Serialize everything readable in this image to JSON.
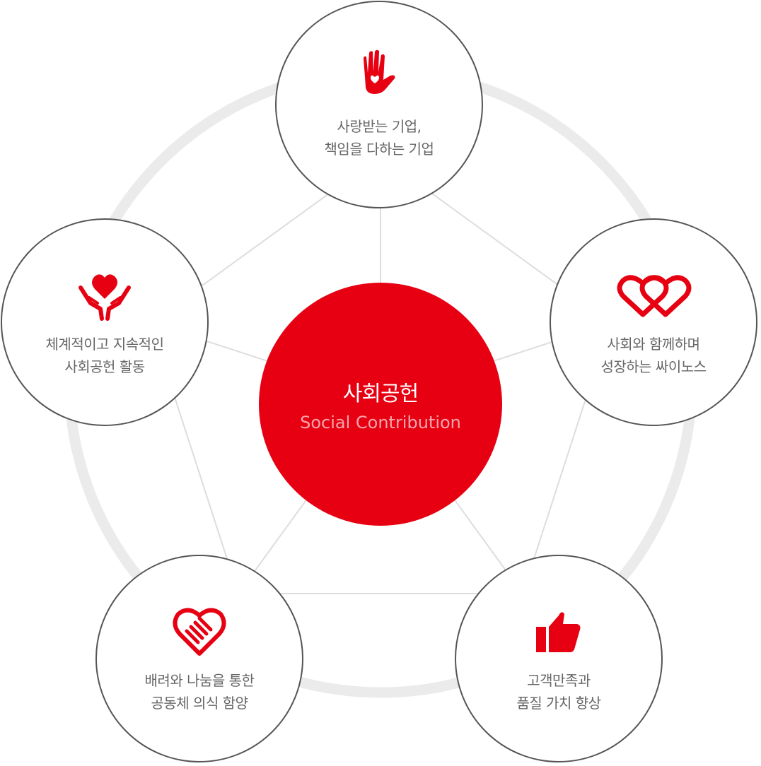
{
  "colors": {
    "accent": "#e60012",
    "ring": "#ebebeb",
    "line": "#dddddd",
    "text": "#666666"
  },
  "center": {
    "title": "사회공헌",
    "subtitle": "Social Contribution"
  },
  "nodes": [
    {
      "icon": "hand-heart-icon",
      "lines": [
        "사랑받는 기업,",
        "책임을 다하는 기업"
      ]
    },
    {
      "icon": "linked-hearts-icon",
      "lines": [
        "사회와 함께하며",
        "성장하는 싸이노스"
      ]
    },
    {
      "icon": "thumbs-up-icon",
      "lines": [
        "고객만족과",
        "품질 가치 향상"
      ]
    },
    {
      "icon": "handshake-heart-icon",
      "lines": [
        "배려와 나눔을 통한",
        "공동체 의식 함양"
      ]
    },
    {
      "icon": "hands-holding-heart-icon",
      "lines": [
        "체계적이고 지속적인",
        "사회공헌 활동"
      ]
    }
  ]
}
